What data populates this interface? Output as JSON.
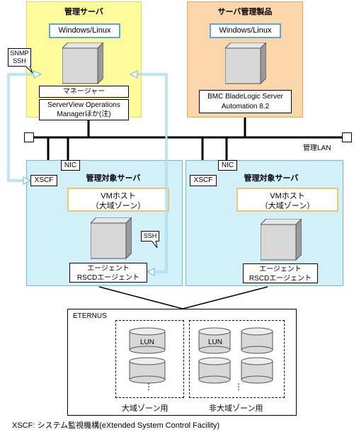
{
  "mgmt_server": {
    "title": "管理サーバ",
    "os": "Windows/Linux",
    "manager": "マネージャー",
    "sv_line1": "ServerView Operations",
    "sv_line2": "Managerほか(注)",
    "snmp_ssh": [
      "SNMP",
      "SSH"
    ]
  },
  "product_server": {
    "title": "サーバ管理製品",
    "os": "Windows/Linux",
    "bmc_line1": "BMC BladeLogic Server",
    "bmc_line2": "Automation 8.2"
  },
  "network": {
    "lan_label": "管理LAN"
  },
  "managed_left": {
    "title": "管理対象サーバ",
    "nic": "NIC",
    "xscf": "XSCF",
    "vm_line1": "VMホスト",
    "vm_line2": "（大域ゾーン）",
    "agent_line1": "エージェント",
    "agent_line2": "RSCDエージェント",
    "ssh": "SSH"
  },
  "managed_right": {
    "title": "管理対象サーバ",
    "nic": "NIC",
    "xscf": "XSCF",
    "vm_line1": "VMホスト",
    "vm_line2": "（大域ゾーン）",
    "agent_line1": "エージェント",
    "agent_line2": "RSCDエージェント"
  },
  "storage": {
    "title": "ETERNUS",
    "lun": "LUN",
    "ellipsis": "⋮",
    "global_zone_label": "大域ゾーン用",
    "nonglobal_zone_label": "非大域ゾーン用"
  },
  "caption": "XSCF: システム監視機構(eXtended System Control Facility)",
  "colors": {
    "mgmt_fill": "#fdfb9c",
    "mgmt_border": "#e9d95a",
    "product_fill": "#fbd6aa",
    "product_border": "#e8a85c",
    "managed_fill": "#d2f0fa",
    "managed_border": "#6fb7de",
    "arrow": "#7ecbe4"
  }
}
